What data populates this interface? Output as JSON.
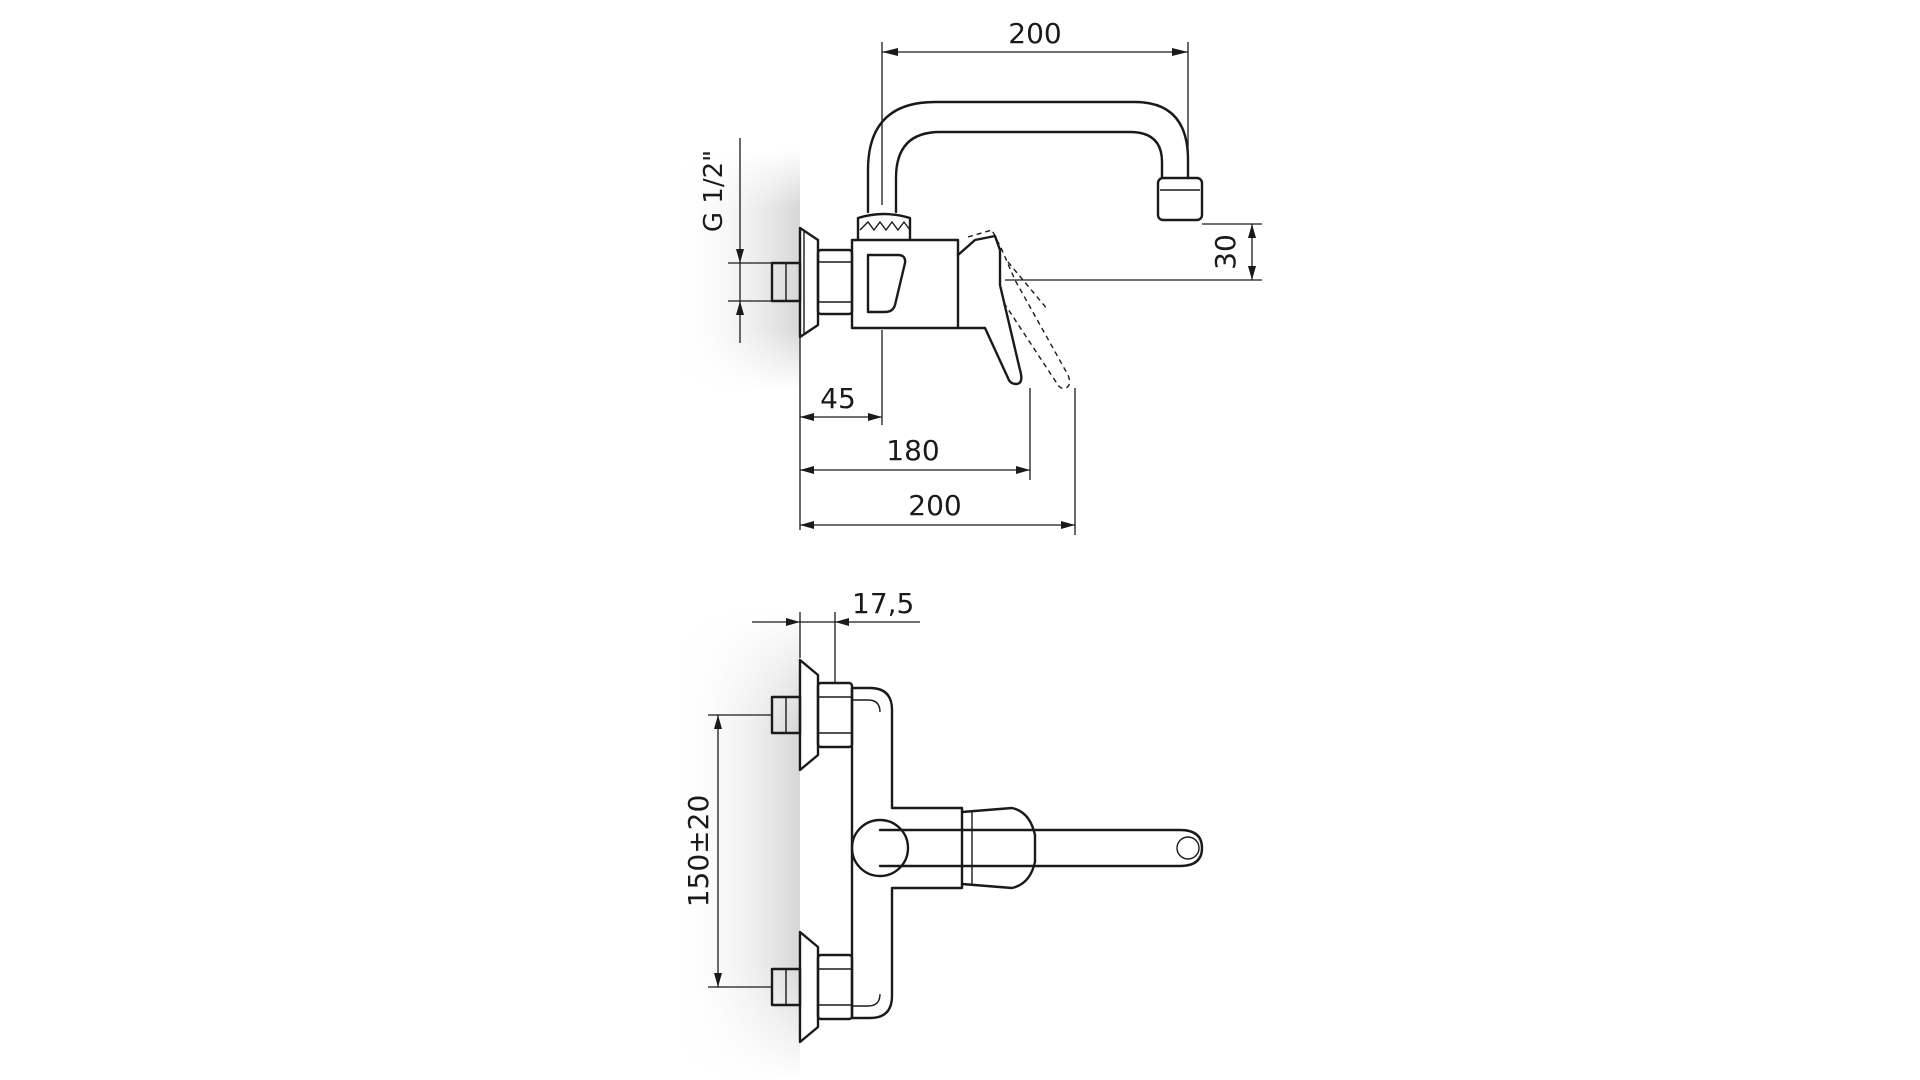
{
  "side_view": {
    "dim_spout_reach": "200",
    "dim_thread": "G 1/2\"",
    "dim_outlet_height": "30",
    "dim_body_offset": "45",
    "dim_lever_depth": "180",
    "dim_total_depth": "200"
  },
  "top_view": {
    "dim_inlet_offset": "17,5",
    "dim_inlet_spacing": "150±20"
  },
  "colors": {
    "line": "#1a1a1a",
    "wall_shadow": "#dcdcdc",
    "background": "#ffffff"
  }
}
